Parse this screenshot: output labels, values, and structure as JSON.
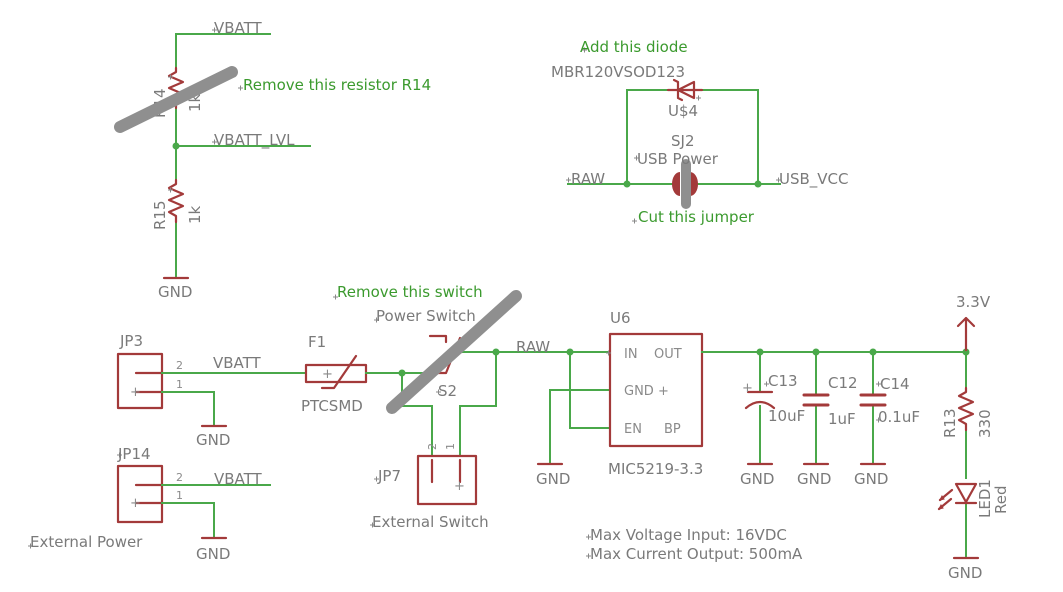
{
  "notes": {
    "remove_r14": "Remove this resistor R14",
    "add_diode": "Add this diode",
    "cut_jumper": "Cut this jumper",
    "remove_switch": "Remove this switch",
    "max_voltage": "Max Voltage Input: 16VDC",
    "max_current": "Max Current Output: 500mA"
  },
  "nets": {
    "vbatt_top": "VBATT",
    "vbatt_lvl": "VBATT_LVL",
    "gnd_r15": "GND",
    "raw_left": "RAW",
    "usb_vcc": "USB_VCC",
    "vbatt_jp3": "VBATT",
    "gnd_jp3": "GND",
    "vbatt_jp14": "VBATT",
    "gnd_jp14": "GND",
    "raw_mid": "RAW",
    "gnd_reg": "GND",
    "gnd_c13": "GND",
    "gnd_c12": "GND",
    "gnd_c14": "GND",
    "v33": "3.3V",
    "gnd_led": "GND"
  },
  "parts": {
    "r14": {
      "name": "R14",
      "value": "1k"
    },
    "r15": {
      "name": "R15",
      "value": "1k"
    },
    "d": {
      "name": "U$4",
      "value": "MBR120VSOD123"
    },
    "sj2": {
      "name": "SJ2",
      "value": "USB Power"
    },
    "jp3": {
      "name": "JP3",
      "pin2": "2",
      "pin1": "1",
      "plus": "+"
    },
    "jp14": {
      "name": "JP14",
      "value": "External Power",
      "pin2": "2",
      "pin1": "1",
      "plus": "+"
    },
    "f1": {
      "name": "F1",
      "value": "PTCSMD",
      "plus": "+"
    },
    "s2": {
      "name": "S2",
      "value": "Power Switch"
    },
    "jp7": {
      "name": "JP7",
      "value": "External Switch",
      "pin2": "2",
      "pin1": "1",
      "plus": "+"
    },
    "u6": {
      "name": "U6",
      "value": "MIC5219-3.3",
      "in": "IN",
      "out": "OUT",
      "gnd": "GND",
      "en": "EN",
      "bp": "BP",
      "plus": "+"
    },
    "c13": {
      "name": "C13",
      "value": "10uF",
      "plus": "+"
    },
    "c12": {
      "name": "C12",
      "value": "1uF"
    },
    "c14": {
      "name": "C14",
      "value": "0.1uF"
    },
    "r13": {
      "name": "R13",
      "value": "330"
    },
    "led1": {
      "name": "LED1",
      "value": "Red"
    }
  },
  "colors": {
    "wire": "#4aa84a",
    "symbol": "#a33a3a",
    "label": "#7a7a7a",
    "note": "#3b9a2e",
    "strike": "#8f8f8f"
  }
}
